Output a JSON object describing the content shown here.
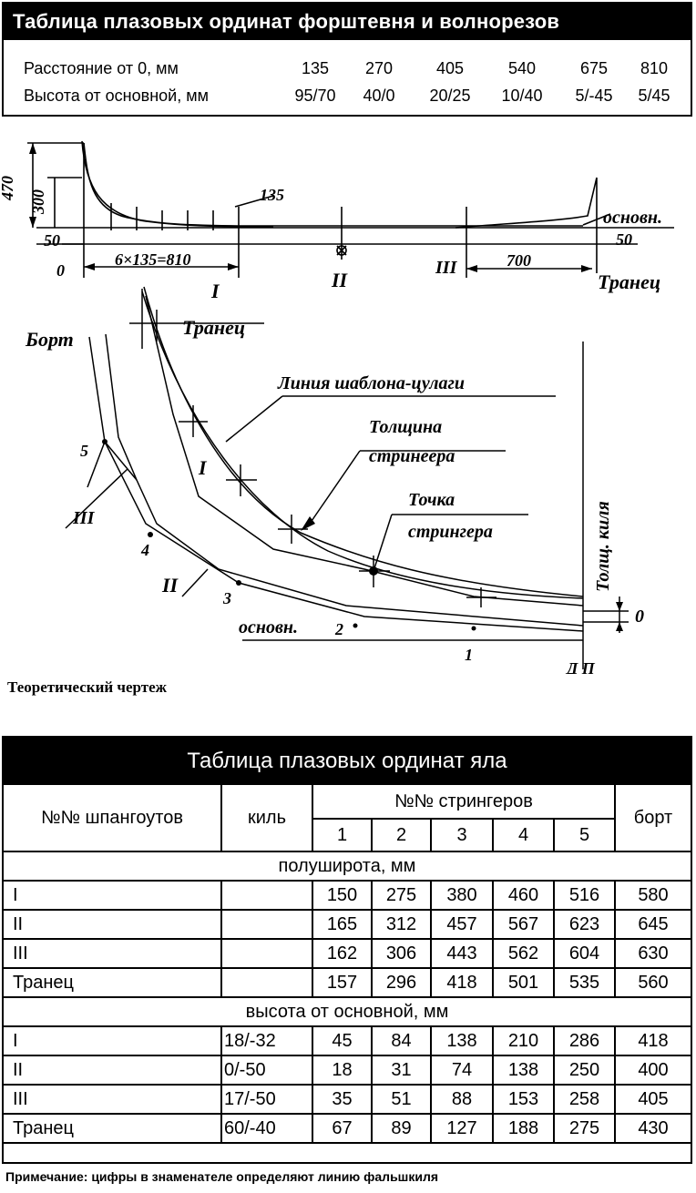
{
  "top_table": {
    "title": "Таблица плазовых ординат форштевня и волнорезов",
    "row1_label": "Расстояние от 0, мм",
    "row2_label": "Высота от основной, мм",
    "row1_values": [
      "135",
      "270",
      "405",
      "540",
      "675",
      "810"
    ],
    "row2_values": [
      "95/70",
      "40/0",
      "20/25",
      "10/40",
      "5/-45",
      "5/45"
    ]
  },
  "drawing": {
    "dim_470": "470",
    "dim_300": "300",
    "dim_135": "135",
    "dim_50_left": "50",
    "dim_0": "0",
    "dim_6x135": "6×135=810",
    "label_I": "I",
    "label_II": "II",
    "label_III": "III",
    "dim_700": "700",
    "label_osnovn": "основн.",
    "dim_50_right": "50",
    "label_tranets": "Транец",
    "body_tranets": "Транец",
    "body_bort": "Борт",
    "body_shablon": "Линия шаблона-цулаги",
    "body_tolshchina_1": "Толщина",
    "body_tolshchina_2": "стринеера",
    "body_tochka_1": "Точка",
    "body_tochka_2": "стрингера",
    "body_tolshch_kilya": "Толщ. киля",
    "body_0": "0",
    "body_osnovn": "основн.",
    "body_DP": "Д П",
    "num_1": "1",
    "num_2": "2",
    "num_3": "3",
    "num_4": "4",
    "num_5": "5",
    "body_I": "I",
    "body_II": "II",
    "body_III": "III"
  },
  "caption": "Теоретический чертеж",
  "main_table": {
    "title": "Таблица плазовых ординат яла",
    "col_frames": "№№ шпангоутов",
    "col_keel": "киль",
    "col_stringers": "№№ стрингеров",
    "col_board": "борт",
    "stringer_numbers": [
      "1",
      "2",
      "3",
      "4",
      "5"
    ],
    "section_halfwidth": "полуширота, мм",
    "section_height": "высота от основной, мм",
    "halfwidth_rows": [
      {
        "name": "I",
        "keel": "",
        "s": [
          "150",
          "275",
          "380",
          "460",
          "516"
        ],
        "board": "580"
      },
      {
        "name": "II",
        "keel": "",
        "s": [
          "165",
          "312",
          "457",
          "567",
          "623"
        ],
        "board": "645"
      },
      {
        "name": "III",
        "keel": "",
        "s": [
          "162",
          "306",
          "443",
          "562",
          "604"
        ],
        "board": "630"
      },
      {
        "name": "Транец",
        "keel": "",
        "s": [
          "157",
          "296",
          "418",
          "501",
          "535"
        ],
        "board": "560"
      }
    ],
    "height_rows": [
      {
        "name": "I",
        "keel": "18/-32",
        "s": [
          "45",
          "84",
          "138",
          "210",
          "286"
        ],
        "board": "418"
      },
      {
        "name": "II",
        "keel": "0/-50",
        "s": [
          "18",
          "31",
          "74",
          "138",
          "250"
        ],
        "board": "400"
      },
      {
        "name": "III",
        "keel": "17/-50",
        "s": [
          "35",
          "51",
          "88",
          "153",
          "258"
        ],
        "board": "405"
      },
      {
        "name": "Транец",
        "keel": "60/-40",
        "s": [
          "67",
          "89",
          "127",
          "188",
          "275"
        ],
        "board": "430"
      }
    ]
  },
  "note": "Примечание: цифры в знаменателе определяют линию фальшкиля"
}
